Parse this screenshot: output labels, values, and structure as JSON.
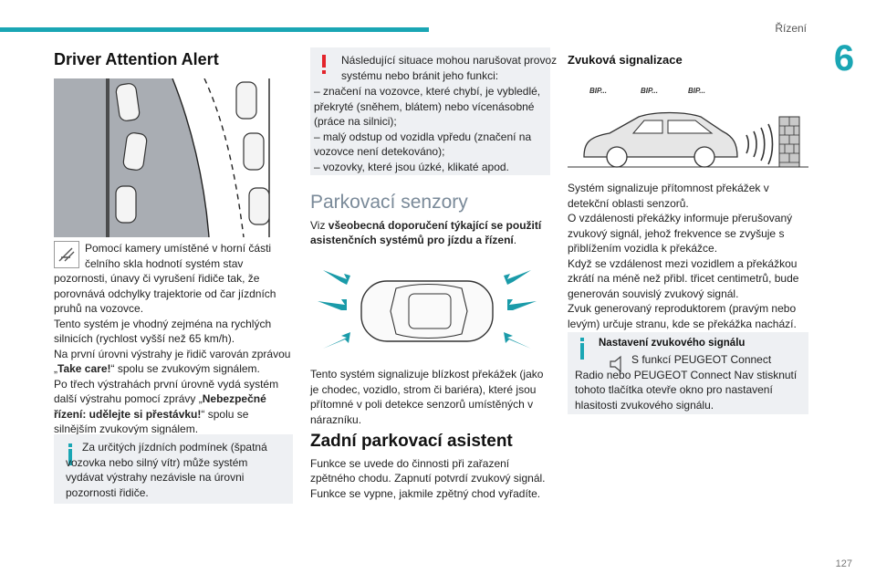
{
  "header": {
    "section": "Řízení",
    "chapter": "6",
    "page": "127"
  },
  "col1": {
    "title": "Driver Attention Alert",
    "camera_intro": "Pomocí kamery umístěné v horní části čelního skla hodnotí systém stav pozornosti, únavy či vyrušení řidiče tak, že porovnává odchylky trajektorie od čar jízdních pruhů na vozovce.",
    "p2": "Tento systém je vhodný zejména na rychlých silnicích (rychlost vyšší než 65 km/h).",
    "p3_a": "Na první úrovni výstrahy je řidič varován zprávou „",
    "p3_b": "Take care!",
    "p3_c": "“ spolu se zvukovým signálem.",
    "p4_a": "Po třech výstrahách první úrovně vydá systém další výstrahu pomocí zprávy „",
    "p4_b": "Nebezpečné řízení: udělejte si přestávku!",
    "p4_c": "“ spolu se silnějším zvukovým signálem.",
    "info": "Za určitých jízdních podmínek (špatná vozovka nebo silný vítr) může systém vydávat výstrahy nezávisle na úrovni pozornosti řidiče."
  },
  "col2": {
    "warn_intro": "Následující situace mohou narušovat provoz systému nebo bránit jeho funkci:",
    "warn_items": [
      "– značení na vozovce, které chybí, je vybledlé, překryté (sněhem, blátem) nebo vícenásobné (práce na silnici);",
      "– malý odstup od vozidla vpředu (značení na vozovce není detekováno);",
      "– vozovky, které jsou úzké, klikaté apod."
    ],
    "park_title": "Parkovací senzory",
    "park_viz_a": "Viz ",
    "park_viz_b": "všeobecná doporučení týkající se použití asistenčních systémů pro jízdu a řízení",
    "park_viz_c": ".",
    "park_desc": "Tento systém signalizuje blízkost překážek (jako je chodec, vozidlo, strom či bariéra), které jsou přítomné v poli detekce senzorů umístěných v nárazníku.",
    "rear_title": "Zadní parkovací asistent",
    "rear_desc": "Funkce se uvede do činnosti při zařazení zpětného chodu. Zapnutí potvrdí zvukový signál. Funkce se vypne, jakmile zpětný chod vyřadíte."
  },
  "col3": {
    "title": "Zvuková signalizace",
    "bip": [
      "BIP...",
      "BIP...",
      "BIP..."
    ],
    "p1": "Systém signalizuje přítomnost překážek v detekční oblasti senzorů.",
    "p2": "O vzdálenosti překážky informuje přerušovaný zvukový signál, jehož frekvence se zvyšuje s přiblížením vozidla k překážce.",
    "p3": "Když se vzdálenost mezi vozidlem a překážkou zkrátí na méně než přibl. třicet centimetrů, bude generován souvislý zvukový signál.",
    "p4": "Zvuk generovaný reproduktorem (pravým nebo levým) určuje stranu, kde se překážka nachází.",
    "info_title": "Nastavení zvukového signálu",
    "info_line1": "S funkcí PEUGEOT Connect Radio nebo PEUGEOT Connect Nav stisknutí tohoto tlačítka otevře okno pro nastavení hlasitosti zvukového signálu."
  }
}
